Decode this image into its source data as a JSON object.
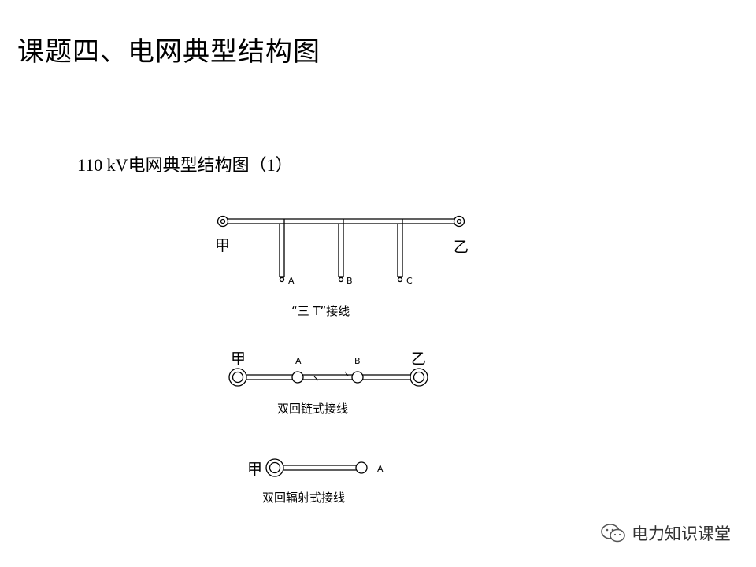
{
  "slide": {
    "title": "课题四、电网典型结构图",
    "subtitle": "110 kV电网典型结构图（1）"
  },
  "diagram_triple_t": {
    "caption": "“三 T”接线",
    "station_left": "甲",
    "station_right": "乙",
    "nodes": [
      "A",
      "B",
      "C"
    ]
  },
  "diagram_double_chain": {
    "caption": "双回链式接线",
    "station_left": "甲",
    "station_right": "乙",
    "nodes": [
      "A",
      "B"
    ]
  },
  "diagram_double_radial": {
    "caption": "双回辐射式接线",
    "station_left": "甲",
    "node": "A"
  },
  "watermark": {
    "text": "电力知识课堂",
    "icon": "wechat-icon"
  }
}
